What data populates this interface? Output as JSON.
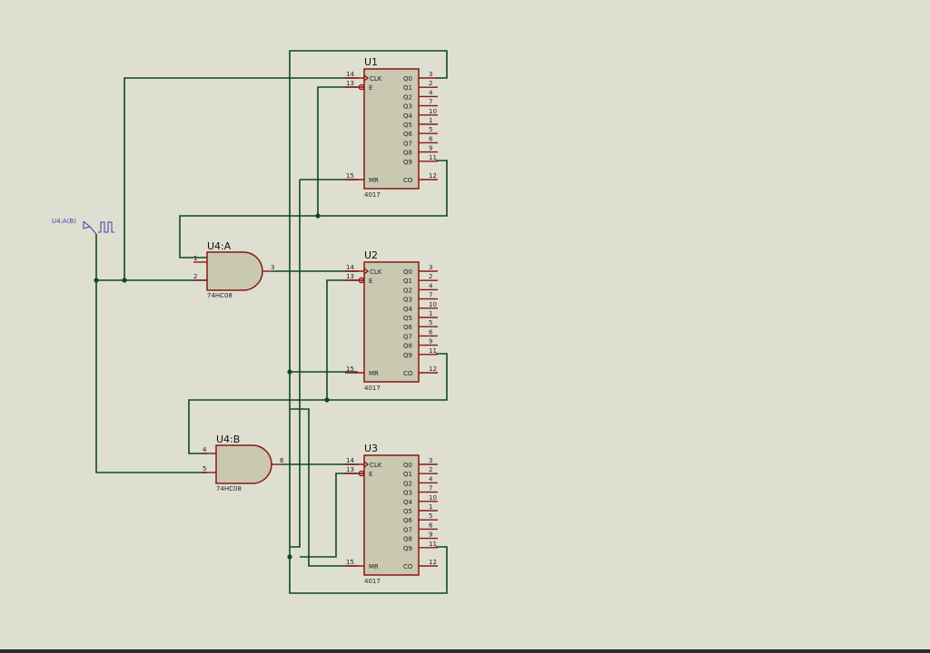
{
  "chips": [
    {
      "ref": "U1",
      "device": "4017"
    },
    {
      "ref": "U2",
      "device": "4017"
    },
    {
      "ref": "U3",
      "device": "4017"
    }
  ],
  "chip_pins": {
    "left": [
      {
        "num": "14",
        "name": "CLK"
      },
      {
        "num": "13",
        "name": "E"
      },
      {
        "num": "15",
        "name": "MR"
      }
    ],
    "right": [
      {
        "num": "3",
        "name": "Q0"
      },
      {
        "num": "2",
        "name": "Q1"
      },
      {
        "num": "4",
        "name": "Q2"
      },
      {
        "num": "7",
        "name": "Q3"
      },
      {
        "num": "10",
        "name": "Q4"
      },
      {
        "num": "1",
        "name": "Q5"
      },
      {
        "num": "5",
        "name": "Q6"
      },
      {
        "num": "6",
        "name": "Q7"
      },
      {
        "num": "9",
        "name": "Q8"
      },
      {
        "num": "11",
        "name": "Q9"
      },
      {
        "num": "12",
        "name": "CO"
      }
    ]
  },
  "gates": [
    {
      "ref": "U4:A",
      "device": "74HC08",
      "in1": "1",
      "in2": "2",
      "out": "3"
    },
    {
      "ref": "U4:B",
      "device": "74HC08",
      "in1": "4",
      "in2": "5",
      "out": "6"
    }
  ],
  "generator": {
    "label": "U4:A(B)"
  },
  "colors": {
    "wire": "#0f4a1a",
    "pin": "#8a1616",
    "body": "#c8c9b0",
    "background": "#dfdfd1",
    "generator": "#3d3dae"
  }
}
